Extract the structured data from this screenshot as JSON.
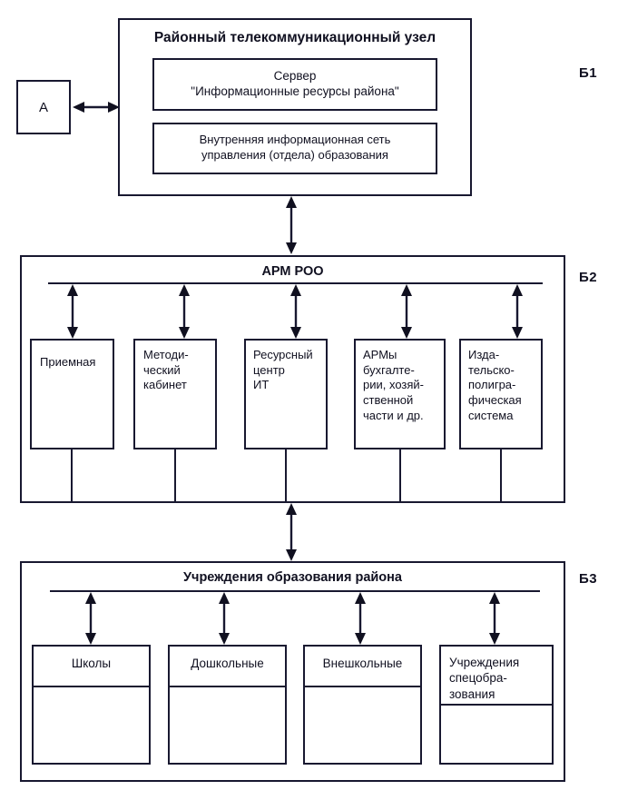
{
  "diagram": {
    "title_visible": false,
    "tier_labels": [
      {
        "id": "b1",
        "text": "Б1"
      },
      {
        "id": "b2",
        "text": "Б2"
      },
      {
        "id": "b3",
        "text": "Б3"
      }
    ],
    "external_node": {
      "label": "А"
    },
    "tier1": {
      "heading": "Районный телекоммуникационный узел",
      "boxes": [
        {
          "label": "Сервер\n\"Информационные ресурсы района\""
        },
        {
          "label": "Внутренняя информационная сеть\nуправления (отдела) образования"
        }
      ]
    },
    "tier2": {
      "heading": "АРМ   РОО",
      "boxes": [
        {
          "label": "Приемная"
        },
        {
          "label": "Методи-\nческий\nкабинет"
        },
        {
          "label": "Ресурсный\nцентр\nИТ"
        },
        {
          "label": "АРМы\nбухгалте-\nрии, хозяй-\nственной\nчасти и др."
        },
        {
          "label": "Изда-\nтельско-\nполигра-\nфическая\nсистема"
        }
      ]
    },
    "tier3": {
      "heading": "Учреждения образования района",
      "boxes": [
        {
          "label": "Школы"
        },
        {
          "label": "Дошкольные"
        },
        {
          "label": "Внешкольные"
        },
        {
          "label": "Учреждения\nспецобра-\nзования"
        }
      ]
    },
    "colors": {
      "stroke": "#181830",
      "background": "#ffffff",
      "text": "#101020"
    }
  }
}
